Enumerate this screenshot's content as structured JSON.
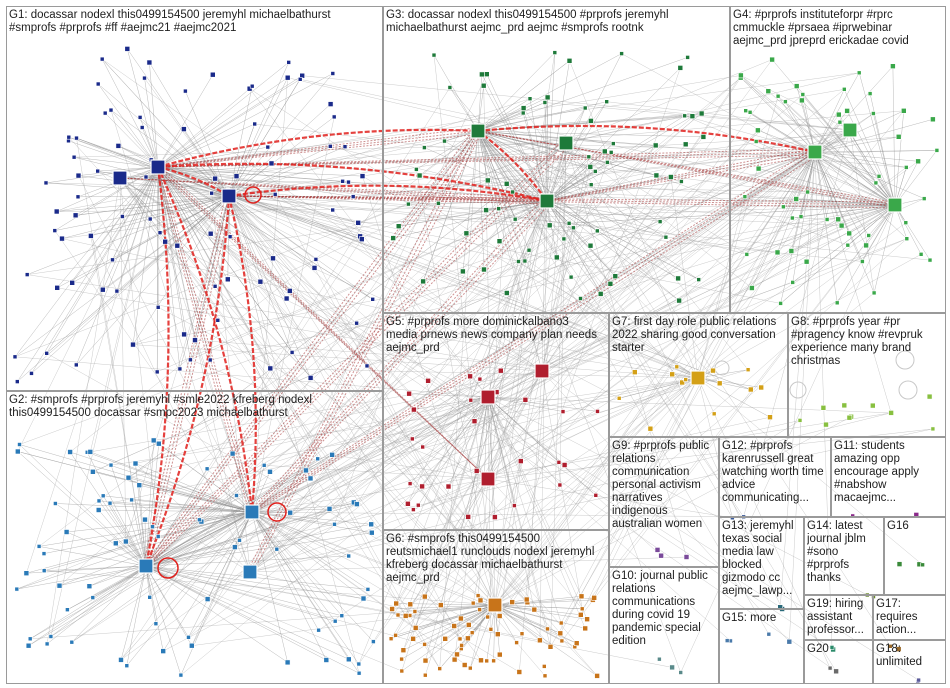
{
  "graph": {
    "groups": [
      {
        "id": "G1",
        "label": "G1: docassar nodexl this0499154500 jeremyhl michaelbathurst\n#smprofs #prprofs #ff #aejmc21 #aejmc2021",
        "color": "#1a2a8a"
      },
      {
        "id": "G2",
        "label": "G2: #smprofs #prprofs jeremyhl #smle2022 kfreberg nodexl\nthis0499154500 docassar #smpc2023 michaelbathurst",
        "color": "#2a7ab8"
      },
      {
        "id": "G3",
        "label": "G3: docassar nodexl this0499154500 #prprofs jeremyhl\nmichaelbathurst aejmc_prd aejmc #smprofs rootnk",
        "color": "#1e7a3a"
      },
      {
        "id": "G4",
        "label": "G4: #prprofs instituteforpr #rprc\ncmmuckle #prsaea #iprwebinar\naejmc_prd jpreprd erickadae covid",
        "color": "#3aa84a"
      },
      {
        "id": "G5",
        "label": "G5: #prprofs more dominickalbano3\nmedia prnews news company plan needs\naejmc_prd",
        "color": "#b01e2e"
      },
      {
        "id": "G6",
        "label": "G6: #smprofs this0499154500\nreutsmichael1 runclouds nodexl jeremyhl\nkfreberg docassar michaelbathurst\naejmc_prd",
        "color": "#c8741a"
      },
      {
        "id": "G7",
        "label": "G7: first day role public relations\n2022 sharing good conversation\nstarter",
        "color": "#d4a017"
      },
      {
        "id": "G8",
        "label": "G8: #prprofs year #pr\n#pragency know #revpruk\nexperience many brand\nchristmas",
        "color": "#88c040"
      },
      {
        "id": "G9",
        "label": "G9: #prprofs public\nrelations\ncommunication\npersonal activism\nnarratives\nindigenous\naustralian women",
        "color": "#7a4a9a"
      },
      {
        "id": "G10",
        "label": "G10: journal public\nrelations\ncommunications\nduring covid 19\npandemic special\nedition",
        "color": "#5a8a8a"
      },
      {
        "id": "G11",
        "label": "G11: students\namazing opp\nencourage apply\n#nabshow\nmacaejmc...",
        "color": "#8a2a8a"
      },
      {
        "id": "G12",
        "label": "G12: #prprofs\nkarenrussell great\nwatching worth time\nadvice\ncommunicating...",
        "color": "#3a5a9a"
      },
      {
        "id": "G13",
        "label": "G13: jeremyhl\ntexas social\nmedia law\nblocked\ngizmodo cc\naejmc_lawp...",
        "color": "#2a6a7a"
      },
      {
        "id": "G14",
        "label": "G14: latest\njournal jblm\n#sono\n#prprofs\nthanks",
        "color": "#6a8a2a"
      },
      {
        "id": "G15",
        "label": "G15: more",
        "color": "#4a7aaa"
      },
      {
        "id": "G16",
        "label": "G16",
        "color": "#3a8a3a"
      },
      {
        "id": "G17",
        "label": "G17:\nrequires\naction...",
        "color": "#9a6a2a"
      },
      {
        "id": "G18",
        "label": "G18:\nunlimited",
        "color": "#5a5a9a"
      },
      {
        "id": "G19",
        "label": "G19: hiring\nassistant\nprofessor...",
        "color": "#2a8a6a"
      },
      {
        "id": "G20",
        "label": "G20",
        "color": "#6a6a6a"
      }
    ],
    "edge_color_strong": "#e0201c",
    "edge_color_medium": "#a83a3a",
    "edge_color_light": "#a0a0a0"
  }
}
